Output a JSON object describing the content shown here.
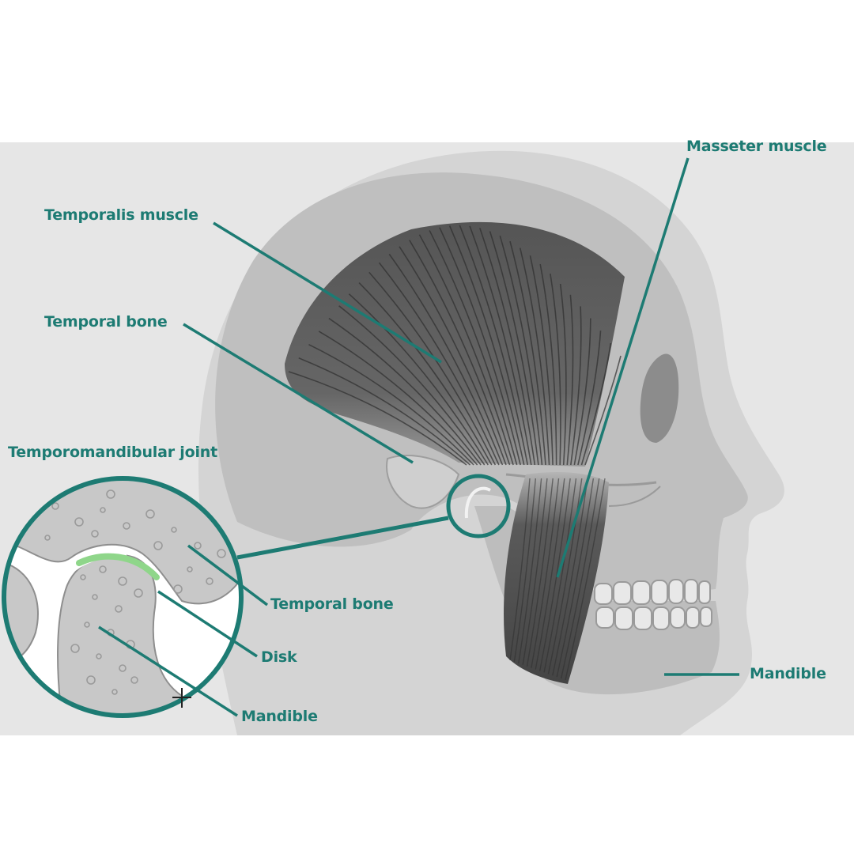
{
  "colors": {
    "accent": "#1d7b73",
    "disk": "#8fd68a",
    "muscle": "#4a4a4a",
    "skull": "#bdbdbd",
    "panel": "#e6e6e6"
  },
  "labels": {
    "masseter": "Masseter muscle",
    "temporalis": "Temporalis muscle",
    "temporal_bone_upper": "Temporal bone",
    "tmj": "Temporomandibular joint",
    "temporal_bone_inset": "Temporal bone",
    "disk": "Disk",
    "mandible_inset": "Mandible",
    "mandible_face": "Mandible"
  }
}
